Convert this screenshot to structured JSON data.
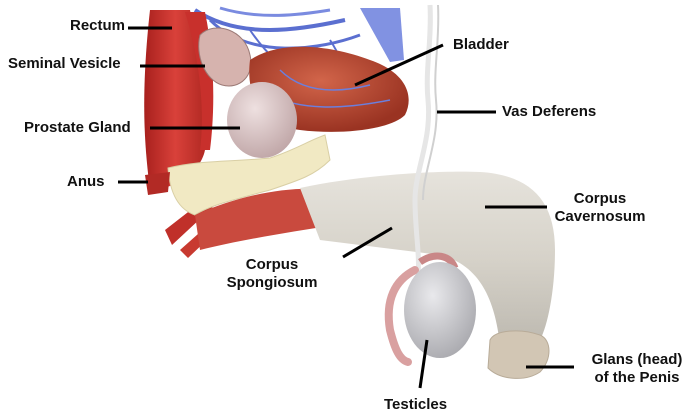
{
  "labels": {
    "rectum": "Rectum",
    "seminal_vesicle": "Seminal Vesicle",
    "prostate_gland": "Prostate Gland",
    "anus": "Anus",
    "bladder": "Bladder",
    "vas_deferens": "Vas Deferens",
    "corpus_cavernosum_line1": "Corpus",
    "corpus_cavernosum_line2": "Cavernosum",
    "corpus_spongiosum_line1": "Corpus",
    "corpus_spongiosum_line2": "Spongiosum",
    "glans_line1": "Glans (head)",
    "glans_line2": "of the Penis",
    "testicles": "Testicles"
  },
  "colors": {
    "leader_line": "#000000",
    "muscle_red": "#c8302c",
    "bladder_red": "#b8452d",
    "vein_blue": "#5b6fd0",
    "penis_skin": "#d8d4cb",
    "bone": "#f1e9c3",
    "prostate": "#ddc9c9",
    "testicle": "#cfcfd2",
    "epididymis": "#d9a0a0"
  }
}
